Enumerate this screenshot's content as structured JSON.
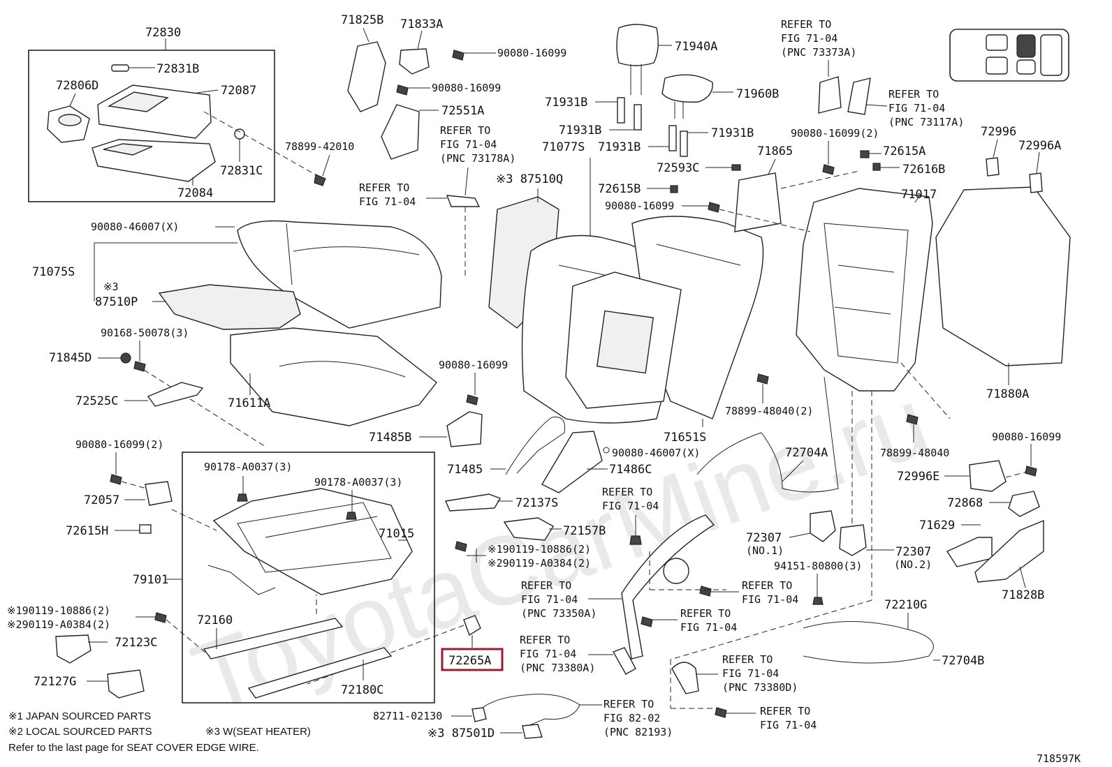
{
  "diagram_id": "718597K",
  "watermark": "ToyotaCarMine.ru",
  "highlighted_part": "72265A",
  "labels": {
    "l72830": "72830",
    "l72831B": "72831B",
    "l72806D": "72806D",
    "l72087": "72087",
    "l72831C": "72831C",
    "l72084": "72084",
    "l78899_42010": "78899-42010",
    "l71825B": "71825B",
    "l71833A": "71833A",
    "l90080_16099_a": "90080-16099",
    "l90080_16099_b": "90080-16099",
    "l72551A": "72551A",
    "l71940A": "71940A",
    "l71960B": "71960B",
    "l71931B_a": "71931B",
    "l71931B_b": "71931B",
    "l71931B_c": "71931B",
    "l71931B_d": "71931B",
    "l71077S": "71077S",
    "l87510Q": "※3 87510Q",
    "l72593C": "72593C",
    "l72615B": "72615B",
    "l90080_16099_c": "90080-16099",
    "l71865": "71865",
    "l90080_16099_2a": "90080-16099(2)",
    "l72615A": "72615A",
    "l72616B": "72616B",
    "l71017": "71017",
    "l72996": "72996",
    "l72996A": "72996A",
    "l71880A": "71880A",
    "l90080_46007X_a": "90080-46007(X)",
    "l71075S": "71075S",
    "l87510P_prefix": "※3",
    "l87510P": "87510P",
    "l90168_50078": "90168-50078(3)",
    "l71845D": "71845D",
    "l72525C": "72525C",
    "l71611A": "71611A",
    "l90080_16099_d": "90080-16099",
    "l71485B": "71485B",
    "l71485": "71485",
    "l71486C": "71486C",
    "l90080_46007X_b": "90080-46007(X)",
    "l71651S": "71651S",
    "l78899_48040_2": "78899-48040(2)",
    "l78899_48040": "78899-48040",
    "l72704A": "72704A",
    "l90080_16099_e": "90080-16099",
    "l72996E": "72996E",
    "l72868": "72868",
    "l71629": "71629",
    "l71828B": "71828B",
    "l90080_16099_2b": "90080-16099(2)",
    "l72057": "72057",
    "l72615H": "72615H",
    "l79101": "79101",
    "l90178_a": "90178-A0037(3)",
    "l90178_b": "90178-A0037(3)",
    "l71015": "71015",
    "l72137S": "72137S",
    "l72157B": "72157B",
    "l190119_a": "※190119-10886(2)",
    "l290119_a": "※290119-A0384(2)",
    "l72307_1": "72307",
    "l72307_1_sub": "(NO.1)",
    "l72307_2": "72307",
    "l72307_2_sub": "(NO.2)",
    "l94151": "94151-80800(3)",
    "l190119_b": "※190119-10886(2)",
    "l290119_b": "※290119-A0384(2)",
    "l72160": "72160",
    "l72123C": "72123C",
    "l72127G": "72127G",
    "l72180C": "72180C",
    "l72265A": "72265A",
    "l72210G": "72210G",
    "l72704B": "72704B",
    "l82711": "82711-02130",
    "l87501D": "※3 87501D"
  },
  "refer_notes": {
    "r73373A": [
      "REFER TO",
      "FIG 71-04",
      "(PNC 73373A)"
    ],
    "r73117A": [
      "REFER TO",
      "FIG 71-04",
      "(PNC 73117A)"
    ],
    "r73178A": [
      "REFER TO",
      "FIG 71-04",
      "(PNC 73178A)"
    ],
    "r_fig71_a": [
      "REFER TO",
      "FIG 71-04"
    ],
    "r_fig71_b": [
      "REFER TO",
      "FIG 71-04"
    ],
    "r73350A": [
      "REFER TO",
      "FIG 71-04",
      "(PNC 73350A)"
    ],
    "r_fig71_c": [
      "REFER TO",
      "FIG 71-04"
    ],
    "r_fig71_d": [
      "REFER TO",
      "FIG 71-04"
    ],
    "r73380A": [
      "REFER TO",
      "FIG 71-04",
      "(PNC 73380A)"
    ],
    "r73380D": [
      "REFER TO",
      "FIG 71-04",
      "(PNC 73380D)"
    ],
    "r82193": [
      "REFER TO",
      "FIG 82-02",
      "(PNC 82193)"
    ],
    "r_fig71_e": [
      "REFER TO",
      "FIG 71-04"
    ]
  },
  "footnotes": {
    "note1": "※1 JAPAN SOURCED PARTS",
    "note2": "※2 LOCAL SOURCED PARTS",
    "note3": "※3 W(SEAT HEATER)",
    "note4": "Refer to the last page for SEAT COVER EDGE WIRE."
  },
  "colors": {
    "highlight": "#9b1b30",
    "line": "#222222",
    "watermark": "#e9e9e9"
  }
}
